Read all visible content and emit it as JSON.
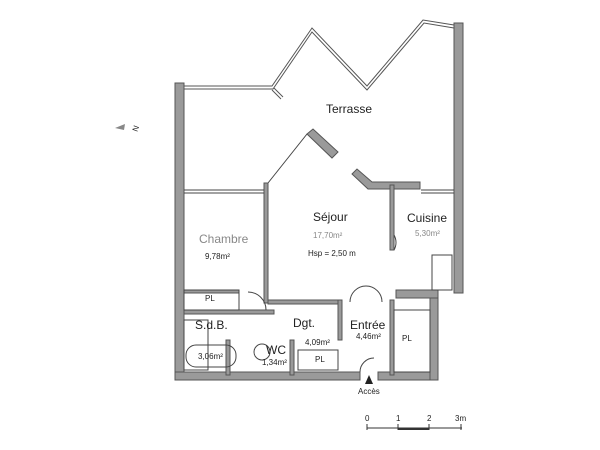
{
  "plan": {
    "north_label": "N",
    "rooms": [
      {
        "name": "Terrasse",
        "area": ""
      },
      {
        "name": "Séjour",
        "area": "17,70m²",
        "height": "Hsp = 2,50 m"
      },
      {
        "name": "Cuisine",
        "area": "5,30m²"
      },
      {
        "name": "Chambre",
        "area": "9,78m²"
      },
      {
        "name": "S.d.B.",
        "area": "3,06m²"
      },
      {
        "name": "WC",
        "area": "1,34m²"
      },
      {
        "name": "Dgt.",
        "area": "4,09m²"
      },
      {
        "name": "Entrée",
        "area": "4,46m²"
      }
    ],
    "closets": [
      "PL",
      "PL",
      "PL"
    ],
    "access_label": "Accès",
    "scale": {
      "ticks": [
        "0",
        "1",
        "2",
        "3m"
      ]
    },
    "colors": {
      "wall": "#9a9a9a",
      "wall_stroke": "#555555",
      "line": "#444444"
    }
  }
}
